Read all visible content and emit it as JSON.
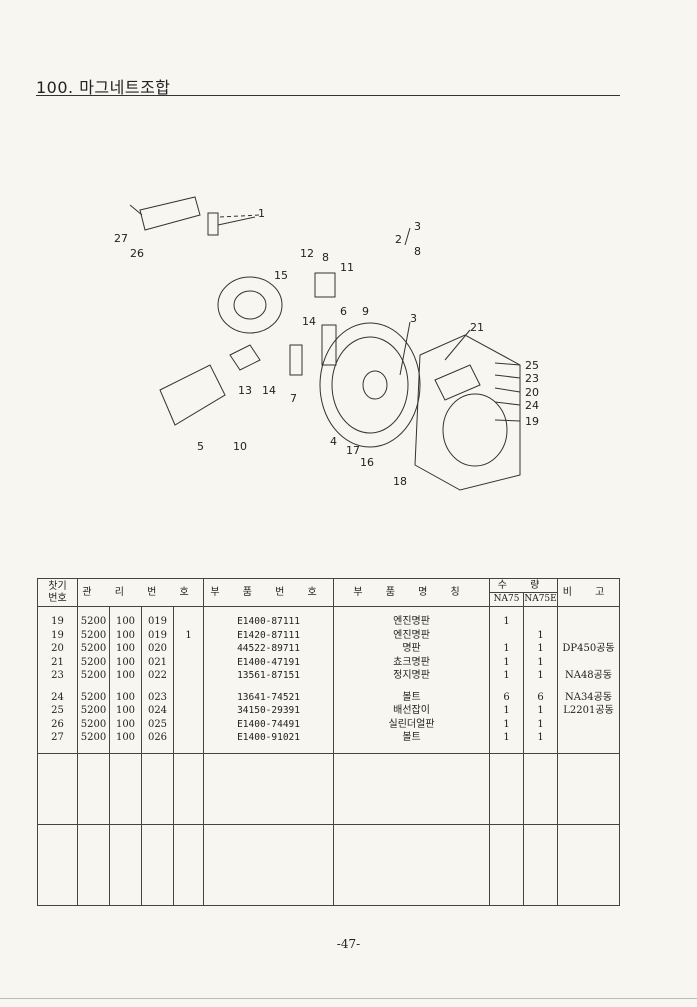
{
  "title": "100. 마그네트조합",
  "diagram": {
    "callouts": [
      "1",
      "2",
      "3",
      "8",
      "27",
      "26",
      "12",
      "8",
      "11",
      "15",
      "14",
      "6",
      "9",
      "3",
      "21",
      "25",
      "23",
      "20",
      "24",
      "19",
      "13",
      "14",
      "7",
      "5",
      "10",
      "4",
      "17",
      "16",
      "18"
    ]
  },
  "table": {
    "headers": {
      "item_no": "찻기\n번호",
      "mgmt_no": "관 리 번 호",
      "part_no": "부 품 번 호",
      "part_name": "부 품 명 칭",
      "qty": "수 량",
      "qty_na75": "NA75",
      "qty_na75e": "NA75E",
      "remark": "비 고"
    },
    "rows": [
      {
        "no": "19",
        "a": "5200",
        "b": "100",
        "c": "019",
        "d": "",
        "part": "E1400-87111",
        "name": "엔진명판",
        "q1": "1",
        "q2": "",
        "rem": ""
      },
      {
        "no": "19",
        "a": "5200",
        "b": "100",
        "c": "019",
        "d": "1",
        "part": "E1420-87111",
        "name": "엔진명판",
        "q1": "",
        "q2": "1",
        "rem": ""
      },
      {
        "no": "20",
        "a": "5200",
        "b": "100",
        "c": "020",
        "d": "",
        "part": "44522-89711",
        "name": "명판",
        "q1": "1",
        "q2": "1",
        "rem": "DP450공동"
      },
      {
        "no": "21",
        "a": "5200",
        "b": "100",
        "c": "021",
        "d": "",
        "part": "E1400-47191",
        "name": "쵸크명판",
        "q1": "1",
        "q2": "1",
        "rem": ""
      },
      {
        "no": "23",
        "a": "5200",
        "b": "100",
        "c": "022",
        "d": "",
        "part": "13561-87151",
        "name": "정지명판",
        "q1": "1",
        "q2": "1",
        "rem": "NA48공동"
      },
      {
        "no": "24",
        "a": "5200",
        "b": "100",
        "c": "023",
        "d": "",
        "part": "13641-74521",
        "name": "볼트",
        "q1": "6",
        "q2": "6",
        "rem": "NA34공동"
      },
      {
        "no": "25",
        "a": "5200",
        "b": "100",
        "c": "024",
        "d": "",
        "part": "34150-29391",
        "name": "배선잡이",
        "q1": "1",
        "q2": "1",
        "rem": "L2201공동"
      },
      {
        "no": "26",
        "a": "5200",
        "b": "100",
        "c": "025",
        "d": "",
        "part": "E1400-74491",
        "name": "실린더얼판",
        "q1": "1",
        "q2": "1",
        "rem": ""
      },
      {
        "no": "27",
        "a": "5200",
        "b": "100",
        "c": "026",
        "d": "",
        "part": "E1400-91021",
        "name": "볼트",
        "q1": "1",
        "q2": "1",
        "rem": ""
      }
    ]
  },
  "page_number": "-47-"
}
